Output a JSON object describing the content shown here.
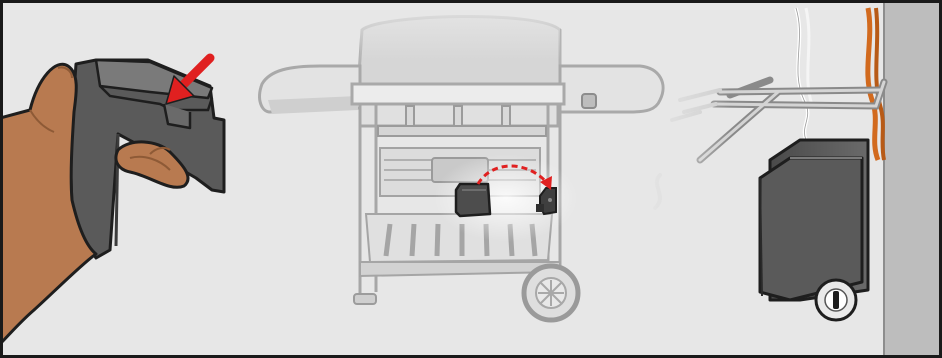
{
  "illustration": {
    "panels": [
      "hand-holding-bracket",
      "grill-overview",
      "bracket-installed-closeup"
    ],
    "colors": {
      "panel_bg": "#e7e7e7",
      "frame": "#1a1a1a",
      "skin": "#b87a50",
      "skin_shadow": "#8e5a36",
      "part_dark": "#545454",
      "part_mid": "#6f6f6f",
      "grill_faded": "#cfcfcf",
      "grill_line": "#9a9a9a",
      "accent_arrow": "#e02020",
      "wire_orange": "#d26a1e",
      "post_gray": "#bdbdbd"
    },
    "icons": [
      "red-pointer-arrow",
      "red-dashed-curved-arrow",
      "wheel",
      "ignition-button"
    ]
  }
}
